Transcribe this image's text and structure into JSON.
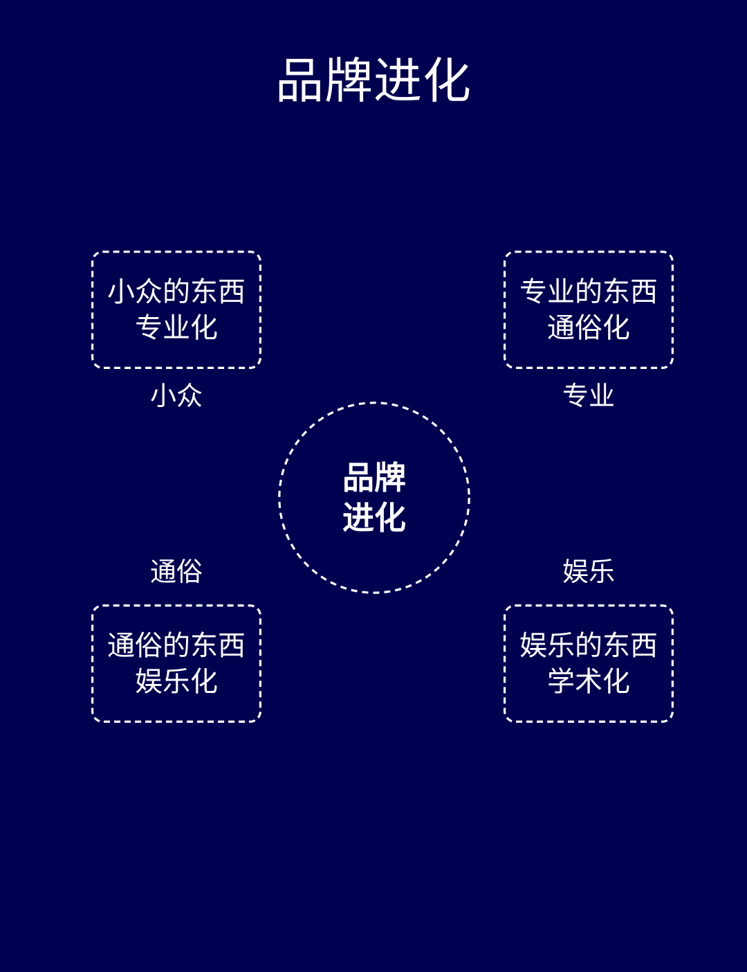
{
  "page": {
    "title": "品牌进化",
    "background_color": "#000050",
    "foreground_color": "#ffffff"
  },
  "center": {
    "line1": "品牌",
    "line2": "进化"
  },
  "quadrants": [
    {
      "id": "top-left",
      "axis_label": "小众",
      "line1": "小众的东西",
      "line2": "专业化"
    },
    {
      "id": "top-right",
      "axis_label": "专业",
      "line1": "专业的东西",
      "line2": "通俗化"
    },
    {
      "id": "bottom-left",
      "axis_label": "通俗",
      "line1": "通俗的东西",
      "line2": "娱乐化"
    },
    {
      "id": "bottom-right",
      "axis_label": "娱乐",
      "line1": "娱乐的东西",
      "line2": "学术化"
    }
  ]
}
